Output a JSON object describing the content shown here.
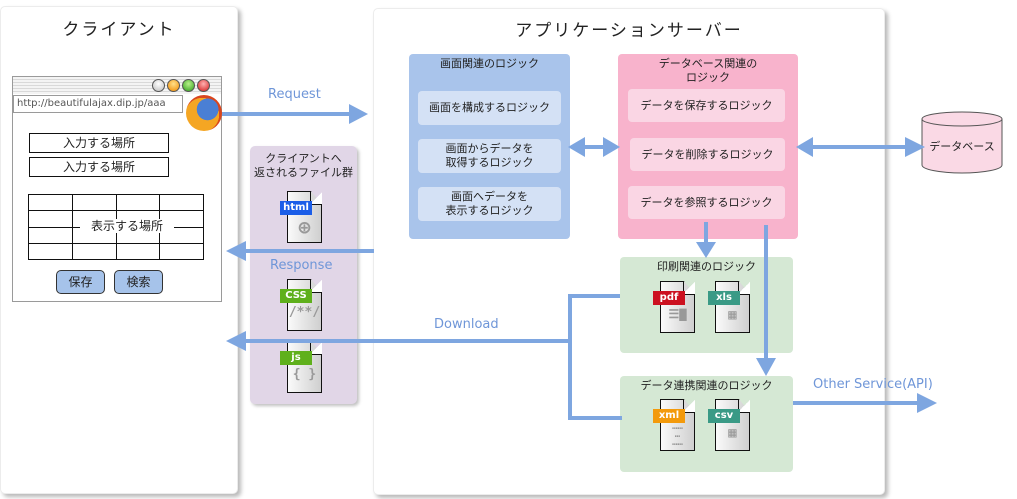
{
  "client": {
    "title": "クライアント",
    "browser": {
      "url": "http://beautifulajax.dip.jp/aaa",
      "window_buttons": [
        "zoom-button-gray",
        "minimize-button-yellow",
        "maximize-button-green",
        "close-button-red"
      ],
      "input_fields": [
        "入力する場所",
        "入力する場所"
      ],
      "display_area_label": "表示する場所",
      "buttons": {
        "save": "保存",
        "search": "検索"
      }
    }
  },
  "returned_files": {
    "title_line1": "クライアントへ",
    "title_line2": "返されるファイル群",
    "files": [
      {
        "tag": "html",
        "glyph": "globe",
        "color": "#1b5ee8"
      },
      {
        "tag": "CSS",
        "glyph": "/**/",
        "color": "#5fb01c"
      },
      {
        "tag": "js",
        "glyph": "{ }",
        "color": "#5fb01c"
      }
    ]
  },
  "arrows": {
    "request": "Request",
    "response": "Response",
    "download": "Download",
    "other_service": "Other Service(API)"
  },
  "server": {
    "title": "アプリケーションサーバー",
    "screen_logic": {
      "title": "画面関連のロジック",
      "items": [
        {
          "line1": "画面を構成するロジック",
          "line2": ""
        },
        {
          "line1": "画面からデータを",
          "line2": "取得するロジック"
        },
        {
          "line1": "画面へデータを",
          "line2": "表示するロジック"
        }
      ]
    },
    "database_logic": {
      "title_line1": "データベース関連の",
      "title_line2": "ロジック",
      "items": [
        "データを保存するロジック",
        "データを削除するロジック",
        "データを参照するロジック"
      ]
    },
    "print_logic": {
      "title": "印刷関連のロジック",
      "files": [
        {
          "tag": "pdf",
          "color": "#cc1020"
        },
        {
          "tag": "xls",
          "color": "#3a9a86"
        }
      ]
    },
    "integration_logic": {
      "title": "データ連携関連のロジック",
      "files": [
        {
          "tag": "xml",
          "color": "#f39a0c"
        },
        {
          "tag": "csv",
          "color": "#3a9a86"
        }
      ]
    }
  },
  "database": {
    "label": "データベース"
  },
  "colors": {
    "arrow": "#7ea6e0",
    "screen_logic_bg": "#a9c4eb",
    "screen_logic_item": "#d4e1f5",
    "db_logic_bg": "#f8b3cc",
    "db_logic_item": "#fad6e4",
    "green_box": "#d5e8d4",
    "files_panel": "#e1d5e7",
    "db_fill": "#fad9e5"
  }
}
